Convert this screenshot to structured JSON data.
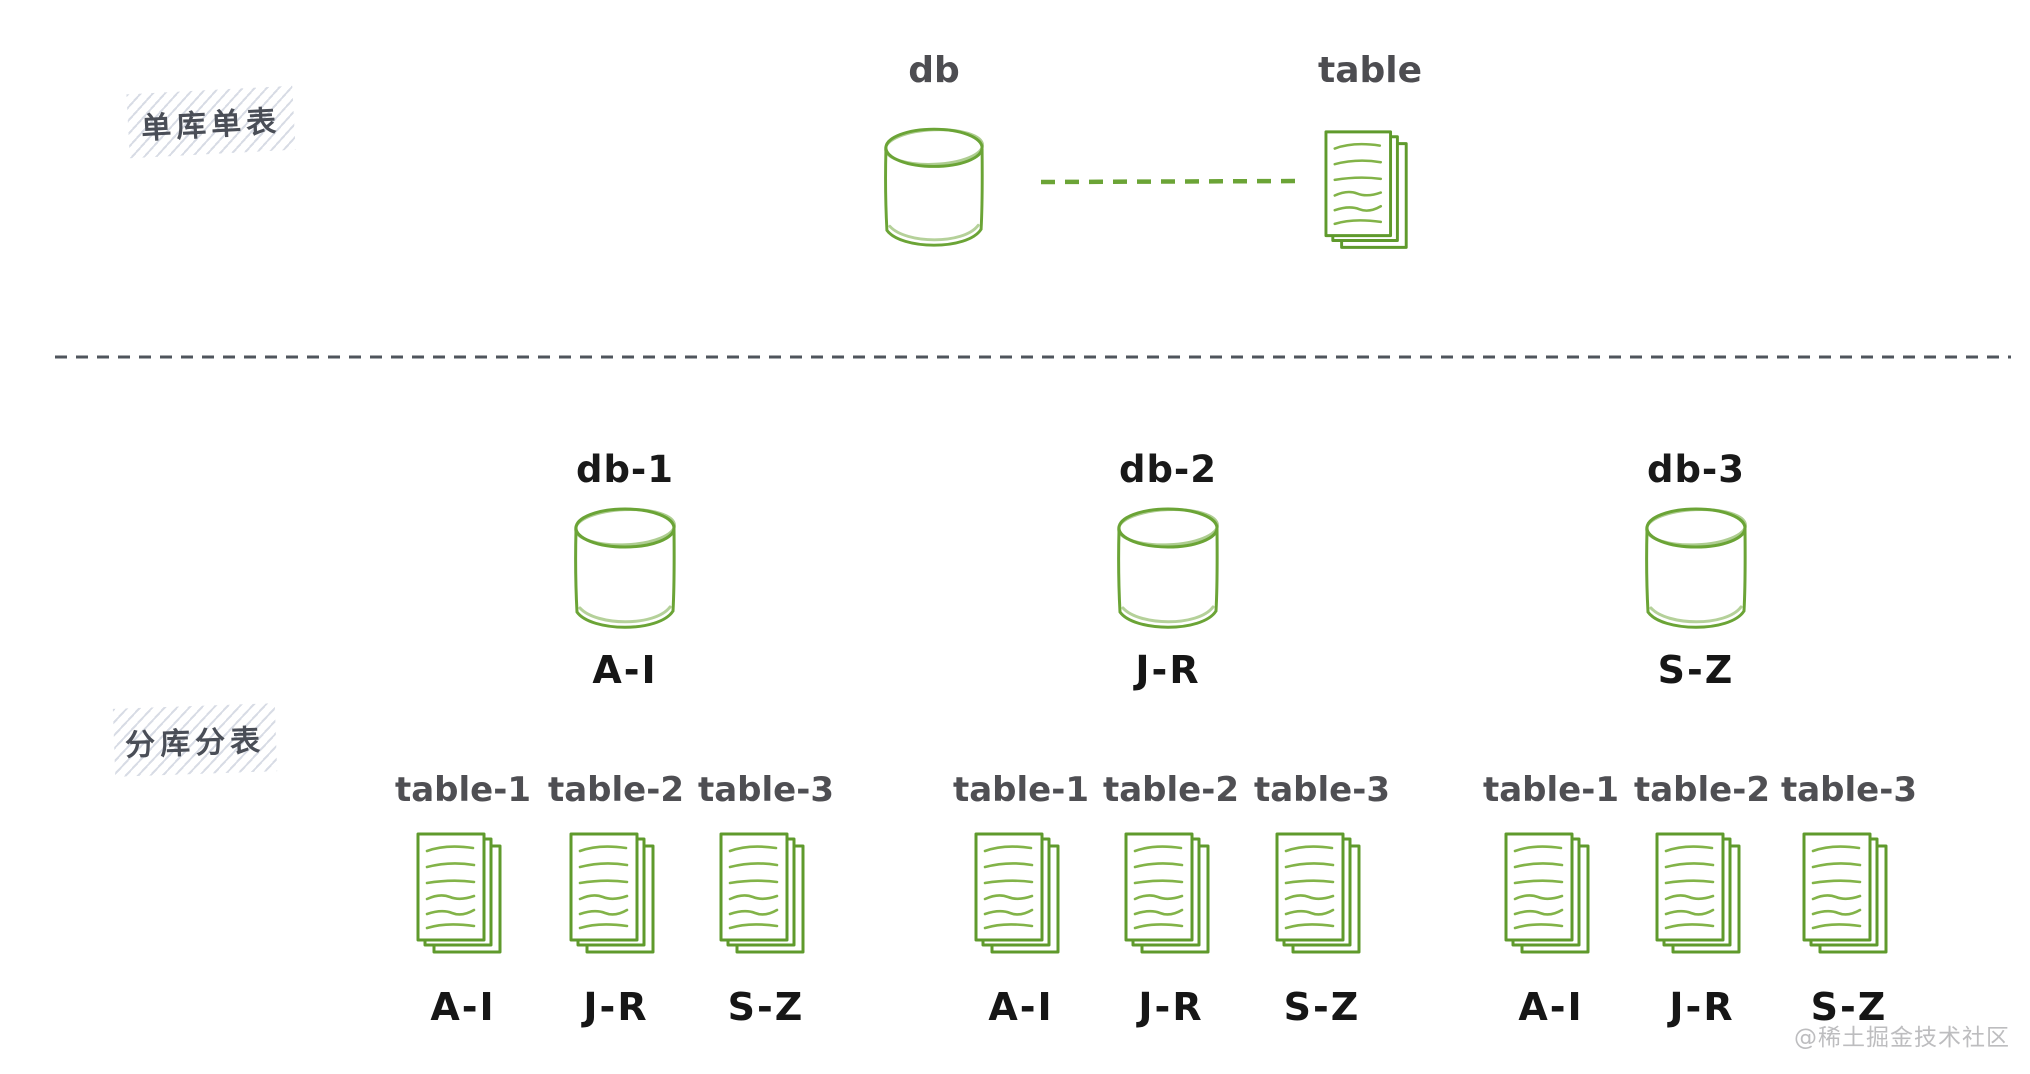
{
  "single_section": {
    "label": "单库单表",
    "db_label": "db",
    "table_label": "table"
  },
  "sharded_section": {
    "label": "分库分表",
    "databases": [
      {
        "name": "db-1",
        "range": "A-I",
        "tables": [
          {
            "name": "table-1",
            "range": "A-I"
          },
          {
            "name": "table-2",
            "range": "J-R"
          },
          {
            "name": "table-3",
            "range": "S-Z"
          }
        ]
      },
      {
        "name": "db-2",
        "range": "J-R",
        "tables": [
          {
            "name": "table-1",
            "range": "A-I"
          },
          {
            "name": "table-2",
            "range": "J-R"
          },
          {
            "name": "table-3",
            "range": "S-Z"
          }
        ]
      },
      {
        "name": "db-3",
        "range": "S-Z",
        "tables": [
          {
            "name": "table-1",
            "range": "A-I"
          },
          {
            "name": "table-2",
            "range": "J-R"
          },
          {
            "name": "table-3",
            "range": "S-Z"
          }
        ]
      }
    ]
  },
  "watermark": "@稀土掘金技术社区",
  "icons": {
    "database": "database-cylinder-icon",
    "table": "document-stack-icon"
  },
  "colors": {
    "green_stroke": "#6ba436",
    "green_lines": "#82b348",
    "ink_black": "#161616",
    "gray_label": "#4f4f53",
    "divider_gray": "#4f555c",
    "hatch_stripe": "#a8b2c6",
    "watermark_gray": "#bdbdbf"
  }
}
